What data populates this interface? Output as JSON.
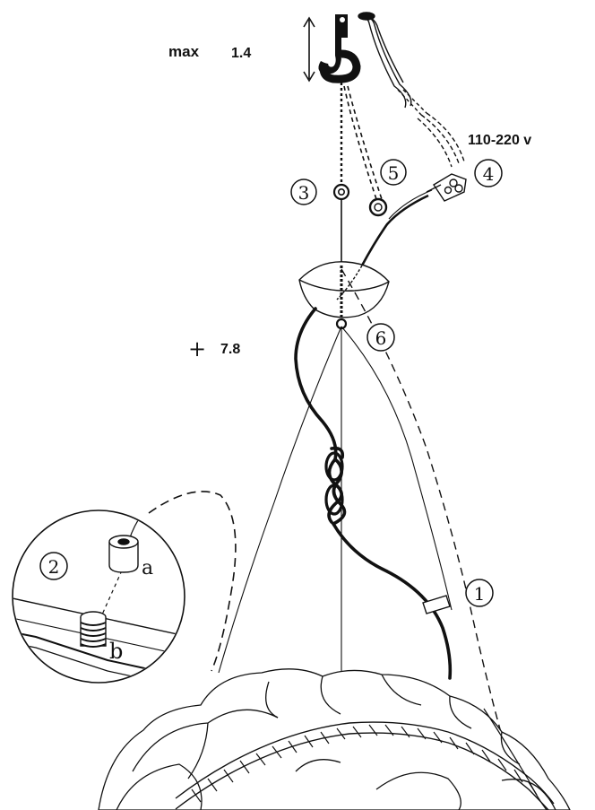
{
  "labels": {
    "max_text": "max",
    "max_value": "1.4",
    "voltage": "110-220 v",
    "plus_sign": "+",
    "length_value": "7.8"
  },
  "callouts": {
    "part1": "1",
    "part2": "2",
    "part3": "3",
    "part4": "4",
    "part5": "5",
    "part6": "6"
  },
  "detail_letters": {
    "a": "a",
    "b": "b"
  },
  "colors": {
    "ink": "#111111",
    "background": "#ffffff"
  }
}
